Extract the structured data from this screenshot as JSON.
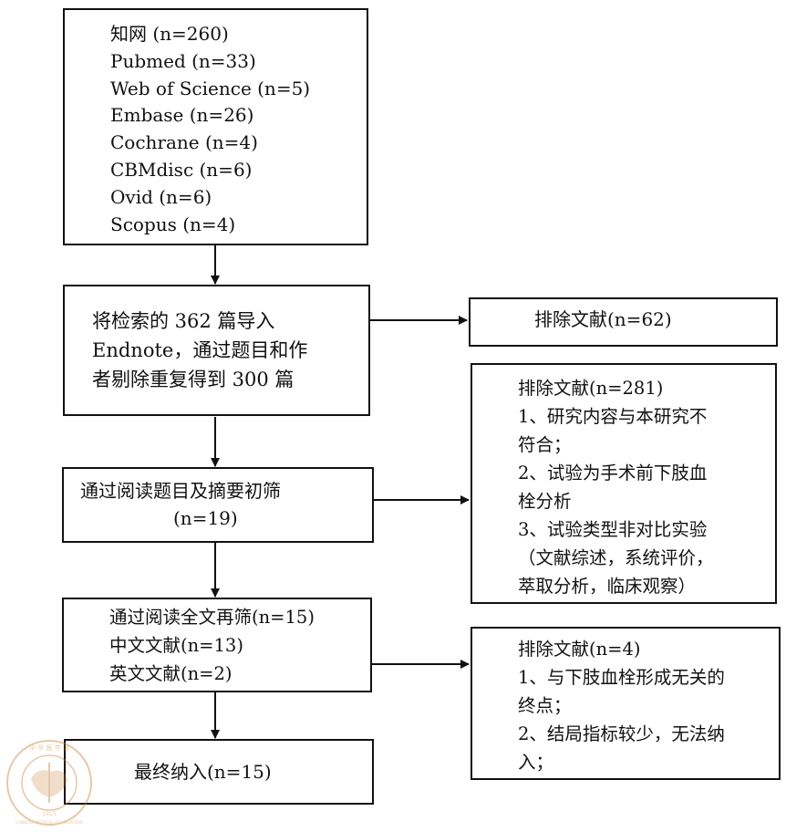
{
  "sources": {
    "lines": [
      "知网 (n=260)",
      "Pubmed (n=33)",
      "Web of Science (n=5)",
      "Embase (n=26)",
      "Cochrane (n=4)",
      "CBMdisc (n=6)",
      "Ovid (n=6)",
      "Scopus (n=4)"
    ]
  },
  "import_step": {
    "lines": [
      "将检索的 362 篇导入",
      "Endnote，通过题目和作",
      "者剔除重复得到 300 篇"
    ]
  },
  "exclude_1": {
    "text": "排除文献(n=62)"
  },
  "screen_1": {
    "line1": "通过阅读题目及摘要初筛",
    "line2": "(n=19)"
  },
  "exclude_2": {
    "lines": [
      "排除文献(n=281)",
      "1、研究内容与本研究不",
      "符合；",
      "2、试验为手术前下肢血",
      "栓分析",
      "3、试验类型非对比实验",
      "（文献综述，系统评价，",
      "萃取分析，临床观察）"
    ]
  },
  "screen_2": {
    "lines": [
      "通过阅读全文再筛(n=15)",
      "中文文献(n=13)",
      "英文文献(n=2)"
    ]
  },
  "exclude_3": {
    "lines": [
      "排除文献(n=4)",
      "1、与下肢血栓形成无关的",
      "终点；",
      "2、结局指标较少，无法纳",
      "入；"
    ]
  },
  "final": {
    "text": "最终纳入(n=15)"
  },
  "watermark": {
    "top_text": "中 华 医 学 会",
    "side_text": "CHINESE MEDICAL ASSOCIATION",
    "year": "1915"
  },
  "colors": {
    "line": "#111111",
    "watermark": "#c9843c"
  }
}
